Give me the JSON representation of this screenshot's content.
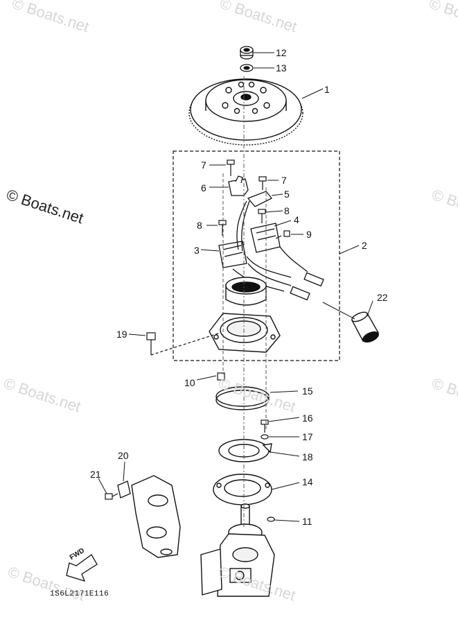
{
  "watermark": {
    "text": "© Boats.net"
  },
  "diagram_code": "1S6L2171E116",
  "direction_label": "FWD",
  "callouts": [
    {
      "id": "c12",
      "label": "12"
    },
    {
      "id": "c13",
      "label": "13"
    },
    {
      "id": "c1",
      "label": "1"
    },
    {
      "id": "c7a",
      "label": "7"
    },
    {
      "id": "c7b",
      "label": "7"
    },
    {
      "id": "c6",
      "label": "6"
    },
    {
      "id": "c5",
      "label": "5"
    },
    {
      "id": "c8a",
      "label": "8"
    },
    {
      "id": "c8b",
      "label": "8"
    },
    {
      "id": "c4",
      "label": "4"
    },
    {
      "id": "c9",
      "label": "9"
    },
    {
      "id": "c3",
      "label": "3"
    },
    {
      "id": "c2",
      "label": "2"
    },
    {
      "id": "c22",
      "label": "22"
    },
    {
      "id": "c19",
      "label": "19"
    },
    {
      "id": "c10",
      "label": "10"
    },
    {
      "id": "c15",
      "label": "15"
    },
    {
      "id": "c16",
      "label": "16"
    },
    {
      "id": "c17",
      "label": "17"
    },
    {
      "id": "c18",
      "label": "18"
    },
    {
      "id": "c20",
      "label": "20"
    },
    {
      "id": "c21",
      "label": "21"
    },
    {
      "id": "c14",
      "label": "14"
    },
    {
      "id": "c11",
      "label": "11"
    }
  ]
}
